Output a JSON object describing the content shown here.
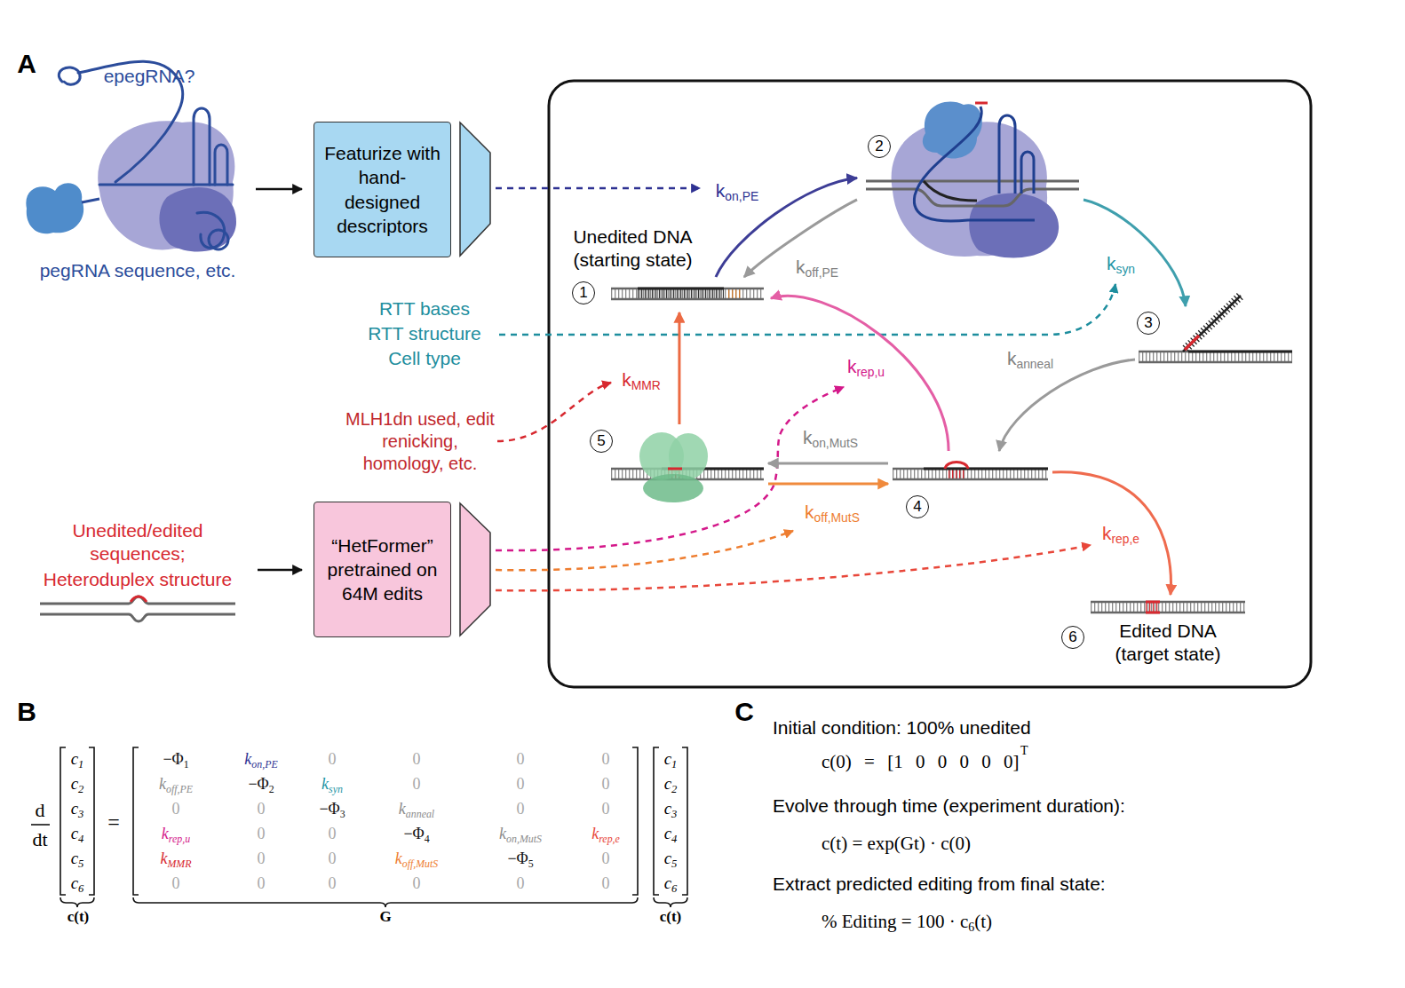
{
  "diagram": {
    "nodes": [
      {
        "text": [
          "Featurize with hand-designed descriptors"
        ]
      },
      {
        "text": [
          "“HetFormer” pretrained on 64M edits"
        ]
      },
      {
        "text": [
          "Unedited DNA (starting state)",
          "1"
        ]
      },
      {
        "text": [
          "2"
        ]
      },
      {
        "text": [
          "3"
        ]
      },
      {
        "text": [
          "4"
        ]
      },
      {
        "text": [
          "5"
        ]
      },
      {
        "text": [
          "6",
          "Edited DNA (target state)"
        ]
      }
    ],
    "edges": [
      {
        "from": 2,
        "to": 3,
        "label": "kon,PE",
        "arrow": "to"
      },
      {
        "from": 3,
        "to": 2,
        "label": "koff,PE",
        "arrow": "to"
      },
      {
        "from": 3,
        "to": 4,
        "label": "ksyn",
        "arrow": "to"
      },
      {
        "from": 4,
        "to": 5,
        "label": "kanneal",
        "arrow": "to"
      },
      {
        "from": 5,
        "to": 6,
        "label": "kon,MutS",
        "arrow": "to"
      },
      {
        "from": 6,
        "to": 5,
        "label": "koff,MutS",
        "arrow": "to"
      },
      {
        "from": 6,
        "to": 2,
        "label": "kMMR",
        "arrow": "to"
      },
      {
        "from": 5,
        "to": 2,
        "label": "krep,u",
        "arrow": "to"
      },
      {
        "from": 5,
        "to": 7,
        "label": "krep,e",
        "arrow": "to"
      }
    ],
    "labels": [
      "A",
      "epegRNA?",
      "pegRNA sequence, etc.",
      "RTT bases",
      "RTT structure",
      "Cell type",
      "MLH1dn used, edit renicking, homology, etc.",
      "Unedited/edited sequences;",
      "Heteroduplex structure",
      "B",
      "d",
      "dt",
      "c1",
      "c2",
      "c3",
      "c4",
      "c5",
      "c6",
      "=",
      "−Φ1",
      "kon,PE",
      "0",
      "0",
      "0",
      "0",
      "koff,PE",
      "−Φ2",
      "ksyn",
      "0",
      "0",
      "0",
      "0",
      "0",
      "−Φ3",
      "kanneal",
      "0",
      "0",
      "krep,u",
      "0",
      "0",
      "−Φ4",
      "kon,MutS",
      "krep,e",
      "kMMR",
      "0",
      "0",
      "koff,MutS",
      "−Φ5",
      "0",
      "0",
      "0",
      "0",
      "0",
      "0",
      "0",
      "c1",
      "c2",
      "c3",
      "c4",
      "c5",
      "c6",
      "c(t)",
      "G",
      "c(t)",
      "C",
      "Initial condition: 100% unedited",
      "c(0) = [1 0 0 0 0 0]",
      "T",
      "Evolve through time (experiment duration):",
      "c(t) = exp(Gt) · c(0)",
      "Extract predicted editing from final state:",
      "% Editing = 100 · c6(t)"
    ]
  }
}
